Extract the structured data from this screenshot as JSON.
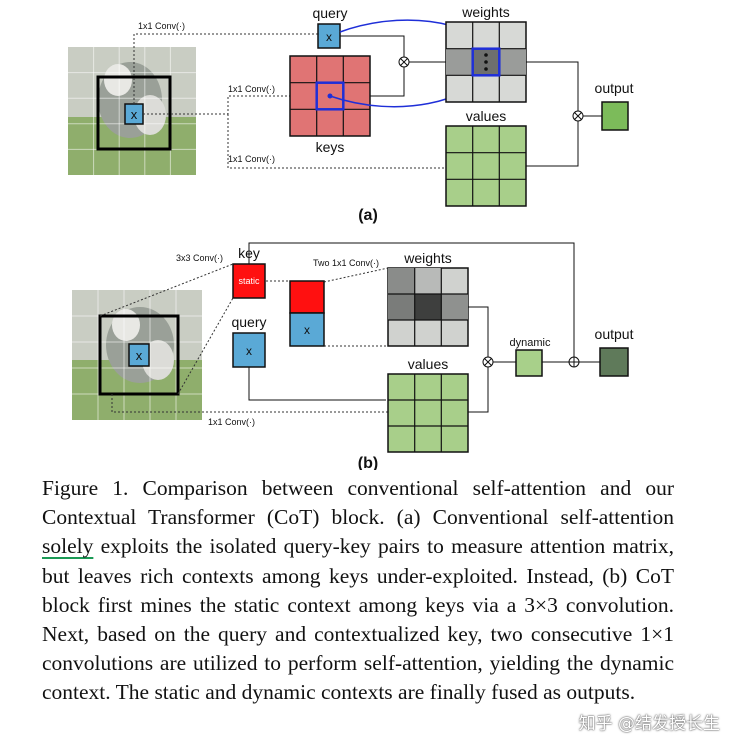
{
  "panel_a": {
    "conv_top": "1x1 Conv(·)",
    "conv_mid": "1x1 Conv(·)",
    "conv_bot": "1x1 Conv(·)",
    "query": "query",
    "weights": "weights",
    "keys": "keys",
    "values": "values",
    "output": "output",
    "x": "x",
    "label": "(a)"
  },
  "panel_b": {
    "conv_3x3": "3x3 Conv(·)",
    "key": "key",
    "static": "static",
    "two_conv": "Two 1x1 Conv(·)",
    "weights": "weights",
    "query": "query",
    "values": "values",
    "dynamic": "dynamic",
    "output": "output",
    "conv_bot": "1x1 Conv(·)",
    "x": "x",
    "label": "(b)"
  },
  "caption": {
    "before": "Figure 1. Comparison between conventional self-attention and our Contextual Transformer (CoT) block. (a) Conventional self-attention ",
    "underlined": "solely",
    "after": " exploits the isolated query-key pairs to measure attention matrix, but leaves rich contexts among keys under-exploited. Instead, (b) CoT block first mines the static context among keys via a 3×3 convolution. Next, based on the query and contextualized key, two consecutive 1×1 convolutions are utilized to perform self-attention, yielding the dynamic context. The static and dynamic contexts are finally fused as outputs."
  },
  "watermark": "知乎 @结发授长生",
  "colors": {
    "query_blue": "#5aa9d6",
    "keys_red": "#e07474",
    "static_red": "#ff1010",
    "values_green": "#a8cf8a",
    "output_green": "#7cbb5a",
    "highlight_blue": "#1f2fd8"
  }
}
